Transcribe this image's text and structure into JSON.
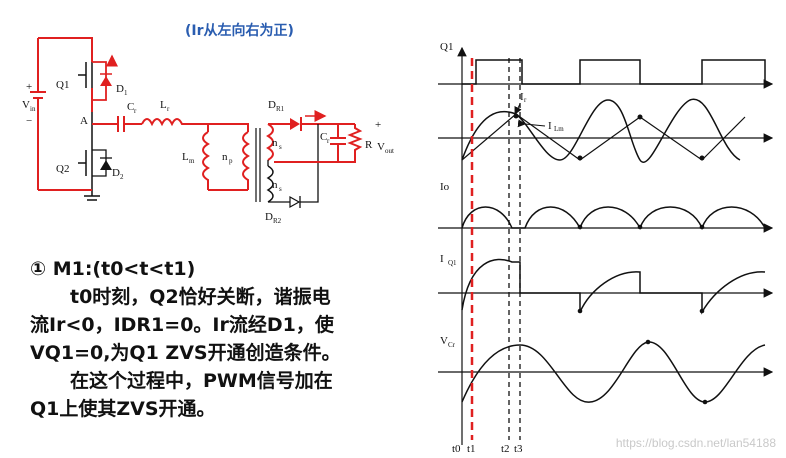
{
  "note": "(Ir从左向右为正)",
  "circuit": {
    "q1": "Q1",
    "q2": "Q2",
    "d1": "D",
    "d1_sub": "1",
    "d2": "D",
    "d2_sub": "2",
    "vin": "V",
    "vin_sub": "in",
    "plus": "+",
    "minus": "−",
    "node_a": "A",
    "cr": "C",
    "cr_sub": "r",
    "lr": "L",
    "lr_sub": "r",
    "lm": "L",
    "lm_sub": "m",
    "np": "n",
    "np_sub": "p",
    "ns1": "n",
    "ns1_sub": "s",
    "ns2": "n",
    "ns2_sub": "s",
    "dr1": "D",
    "dr1_sub": "R1",
    "dr2": "D",
    "dr2_sub": "R2",
    "co": "C",
    "co_sub": "r",
    "r": "R",
    "vout": "V",
    "vout_sub": "out",
    "vout_plus": "+"
  },
  "waves": {
    "q1": "Q1",
    "ir": "I",
    "ir_sub": "r",
    "ilm": "I",
    "ilm_sub": "Lm",
    "io": "Io",
    "iq1": "I",
    "iq1_sub": "Q1",
    "vcr": "V",
    "vcr_sub": "Cr",
    "t0": "t0",
    "t1": "t1",
    "t2": "t2",
    "t3": "t3"
  },
  "desc": {
    "line1": "① M1:(t0<t<t1)",
    "line2": "t0时刻，Q2恰好关断，谐振电",
    "line3": "流Ir<0，IDR1=0。Ir流经D1，使",
    "line4": "VQ1=0,为Q1  ZVS开通创造条件。",
    "line5": "在这个过程中，PWM信号加在",
    "line6": "Q1上使其ZVS开通。"
  },
  "watermark": "https://blog.csdn.net/lan54188",
  "colors": {
    "circuit": "#e02020",
    "wire": "#111111",
    "note": "#2a5db0"
  }
}
